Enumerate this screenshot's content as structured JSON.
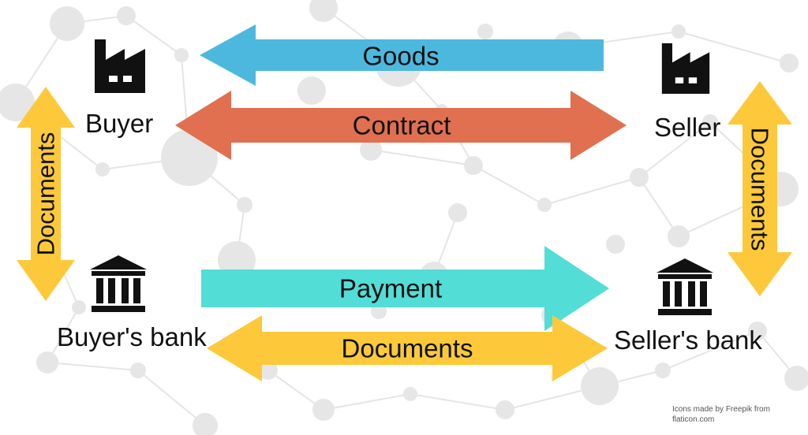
{
  "parties": {
    "buyer": "Buyer",
    "seller": "Seller",
    "buyers_bank": "Buyer's bank",
    "sellers_bank": "Seller's bank"
  },
  "flows": {
    "goods": "Goods",
    "contract": "Contract",
    "payment": "Payment",
    "documents_banks": "Documents",
    "documents_buyer": "Documents",
    "documents_seller": "Documents"
  },
  "credit": {
    "line1": "Icons made by Freepik from",
    "line2": "flaticon.com"
  },
  "icons": {
    "buyer": "factory-icon",
    "seller": "factory-icon",
    "buyers_bank": "bank-icon",
    "sellers_bank": "bank-icon"
  },
  "colors": {
    "goods": "#4db8de",
    "contract": "#e07050",
    "payment": "#52ddd6",
    "documents": "#fdc93a",
    "ink": "#111111",
    "network": "#e3e3e3"
  }
}
